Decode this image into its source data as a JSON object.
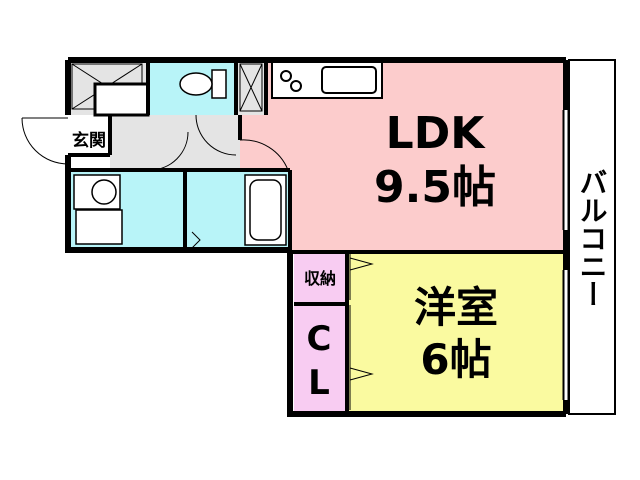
{
  "rooms": {
    "ldk": {
      "name": "LDK",
      "size": "9.5帖"
    },
    "western": {
      "name": "洋室",
      "size": "6帖"
    },
    "entrance": {
      "label": "玄関"
    },
    "storage": {
      "label": "収納"
    },
    "closet": {
      "label_top": "C",
      "label_bottom": "L"
    },
    "balcony": {
      "label": "バルコニー"
    }
  },
  "colors": {
    "ldk": "#fccccc",
    "western": "#fafaa0",
    "closet": "#f8ccf2",
    "wet": "#b8f4f8",
    "hall": "#e4e4e4",
    "wall": "#000000"
  }
}
